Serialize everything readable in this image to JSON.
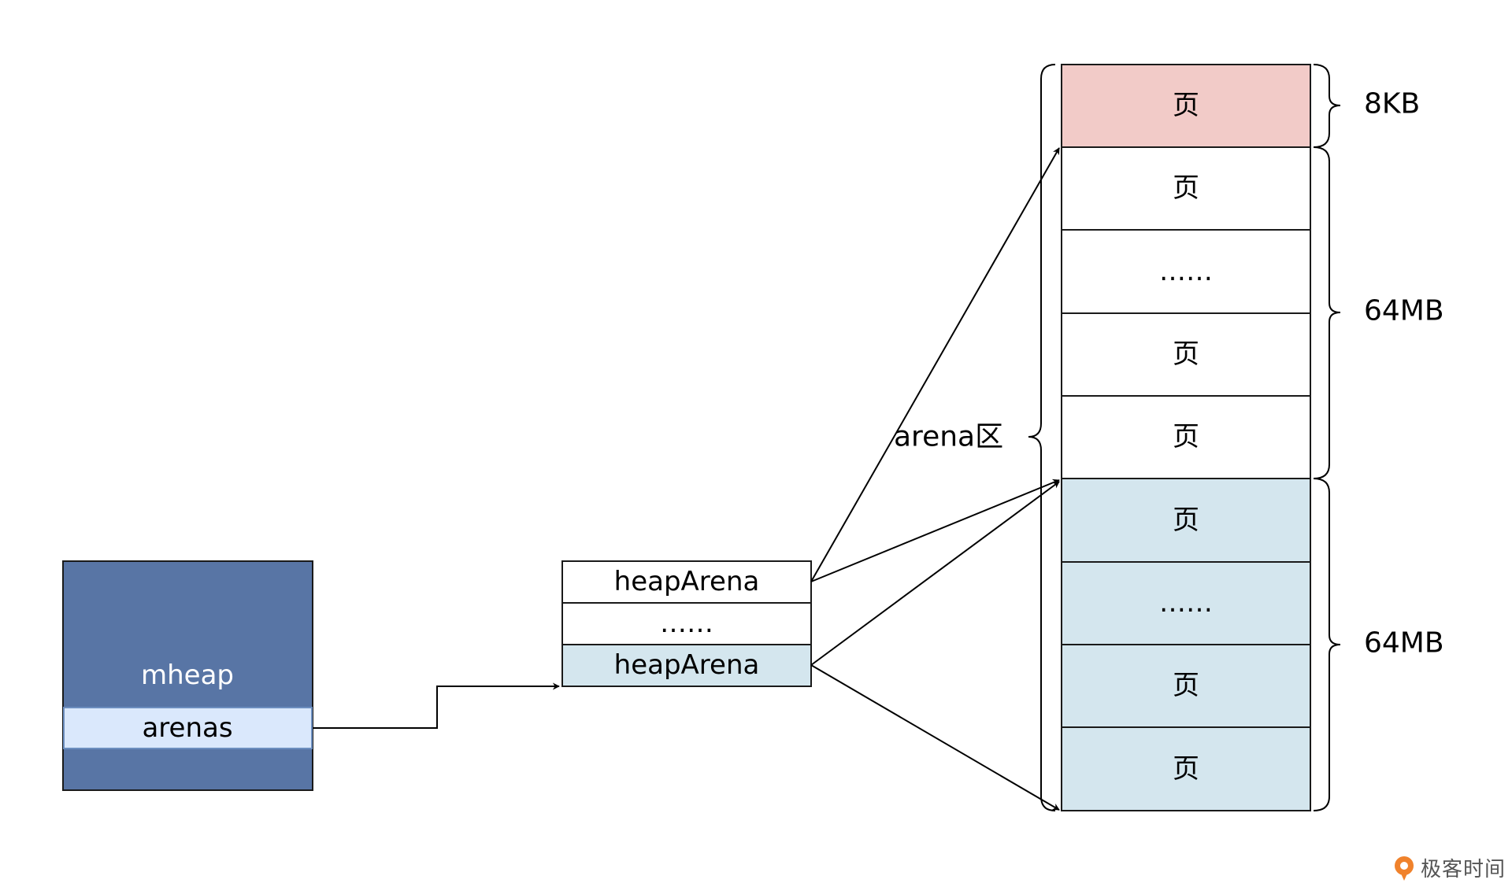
{
  "mheap": {
    "title": "mheap",
    "field": "arenas"
  },
  "arena_array": {
    "rows": [
      "heapArena",
      "……",
      "heapArena"
    ]
  },
  "pages": {
    "cells": [
      "页",
      "页",
      "……",
      "页",
      "页",
      "页",
      "……",
      "页",
      "页"
    ]
  },
  "braces": {
    "page_size": "8KB",
    "arena_size_1": "64MB",
    "arena_size_2": "64MB",
    "arena_region": "arena区"
  },
  "watermark": {
    "text": "极客时间"
  },
  "colors": {
    "mheap_fill": "#5875a5",
    "arenas_fill": "#dae8fc",
    "arenas_stroke": "#6c8ebf",
    "highlight_blue": "#d4e6ee",
    "highlight_red": "#f2cbc8",
    "logo_orange": "#f0822c"
  }
}
